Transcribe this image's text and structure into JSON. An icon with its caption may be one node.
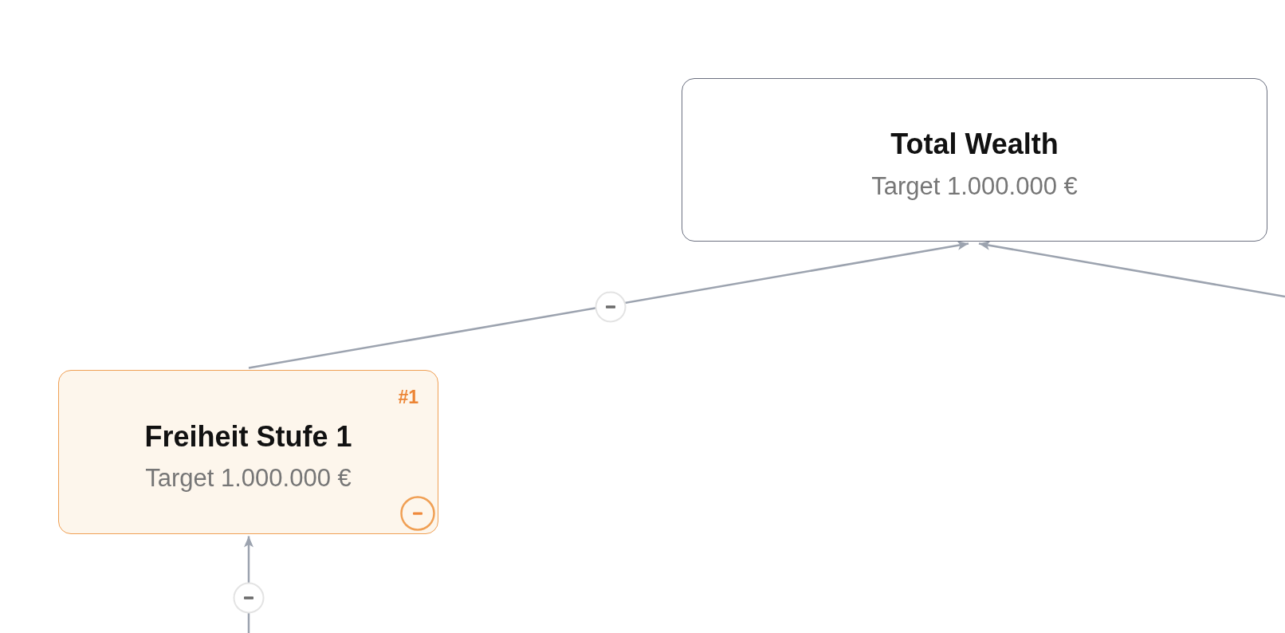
{
  "diagram": {
    "nodes": [
      {
        "text": [
          "Total Wealth",
          "Target 1.000.000 €"
        ]
      },
      {
        "text": [
          "#1",
          "Freiheit Stufe 1",
          "Target 1.000.000 €"
        ]
      }
    ],
    "edges": [
      {
        "from": 1,
        "to": 0,
        "arrow": "to"
      },
      {
        "from": null,
        "to": 0,
        "arrow": "to"
      },
      {
        "from": null,
        "to": 1,
        "arrow": "to"
      }
    ]
  }
}
